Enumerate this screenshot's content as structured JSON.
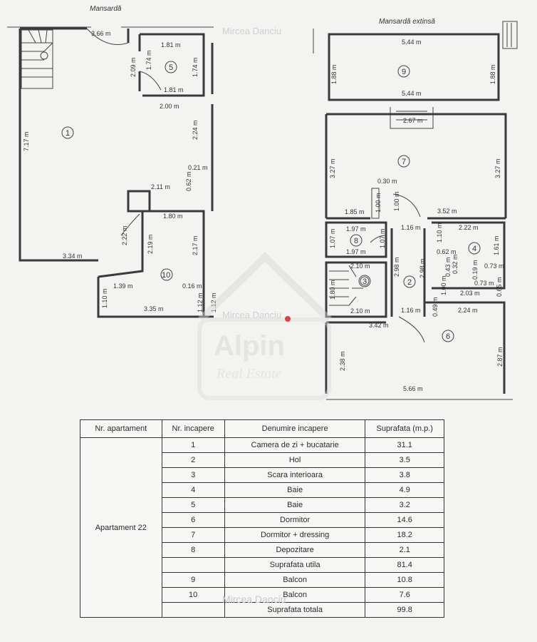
{
  "plan": {
    "left_title": "Mansardă",
    "right_title": "Mansardă extinsă",
    "watermark_name": "Mircea Danciu",
    "watermark_brand": "Alpin",
    "watermark_sub": "Real Estate",
    "left_dims": {
      "d_366": "3.66 m",
      "d_181a": "1.81 m",
      "d_181b": "1.81 m",
      "d_209": "2.09 m",
      "d_174a": "1.74 m",
      "d_174b": "1.74 m",
      "d_200": "2.00 m",
      "d_224": "2.24 m",
      "d_717": "7.17 m",
      "d_021": "0.21 m",
      "d_062": "0.62 m",
      "d_211": "2.11 m",
      "d_180": "1.80 m",
      "d_222": "2.22 m",
      "d_219": "2.19 m",
      "d_217": "2.17 m",
      "d_334": "3.34 m",
      "d_139": "1.39 m",
      "d_016": "0.16 m",
      "d_110": "1.10 m",
      "d_335": "3.35 m",
      "d_112a": "1.12 m",
      "d_112b": "1.12 m"
    },
    "right_dims": {
      "d_544a": "5.44 m",
      "d_544b": "5.44 m",
      "d_188a": "1.88 m",
      "d_188b": "1.88 m",
      "d_267": "2.67 m",
      "d_327a": "3.27 m",
      "d_327b": "3.27 m",
      "d_030": "0.30 m",
      "d_100a": "1.00 m",
      "d_100b": "1.00 m",
      "d_185": "1.85 m",
      "d_352": "3.52 m",
      "d_197a": "1.97 m",
      "d_197b": "1.97 m",
      "d_116a": "1.16 m",
      "d_222": "2.22 m",
      "d_107a": "1.07 m",
      "d_107b": "1.07 m",
      "d_110": "1.10 m",
      "d_062": "0.62 m",
      "d_161": "1.61 m",
      "d_210a": "2.10 m",
      "d_210b": "2.10 m",
      "d_298a": "2.98 m",
      "d_298b": "2.98 m",
      "d_043": "0.43 m",
      "d_032": "0.32 m",
      "d_019": "0.19 m",
      "d_073a": "0.73 m",
      "d_073b": "0.73 m",
      "d_065": "0.65 m",
      "d_100c": "1.00 m",
      "d_203": "2.03 m",
      "d_180": "1.80 m",
      "d_116b": "1.16 m",
      "d_049": "0.49 m",
      "d_224": "2.24 m",
      "d_342": "3.42 m",
      "d_238": "2.38 m",
      "d_287": "2.87 m",
      "d_566": "5.66 m"
    },
    "room_numbers": [
      "1",
      "2",
      "3",
      "4",
      "5",
      "6",
      "7",
      "8",
      "9",
      "10"
    ]
  },
  "table": {
    "headers": [
      "Nr. apartament",
      "Nr. incapere",
      "Denumire incapere",
      "Suprafata (m.p.)"
    ],
    "apartment": "Apartament 22",
    "rows": [
      {
        "nr": "1",
        "name": "Camera de zi + bucatarie",
        "area": "31.1"
      },
      {
        "nr": "2",
        "name": "Hol",
        "area": "3.5"
      },
      {
        "nr": "3",
        "name": "Scara interioara",
        "area": "3.8"
      },
      {
        "nr": "4",
        "name": "Baie",
        "area": "4.9"
      },
      {
        "nr": "5",
        "name": "Baie",
        "area": "3.2"
      },
      {
        "nr": "6",
        "name": "Dormitor",
        "area": "14.6"
      },
      {
        "nr": "7",
        "name": "Dormitor + dressing",
        "area": "18.2"
      },
      {
        "nr": "8",
        "name": "Depozitare",
        "area": "2.1"
      },
      {
        "nr": "",
        "name": "Suprafata utila",
        "area": "81.4"
      },
      {
        "nr": "9",
        "name": "Balcon",
        "area": "10.8"
      },
      {
        "nr": "10",
        "name": "Balcon",
        "area": "7.6"
      },
      {
        "nr": "",
        "name": "Suprafata totala",
        "area": "99.8"
      }
    ]
  }
}
